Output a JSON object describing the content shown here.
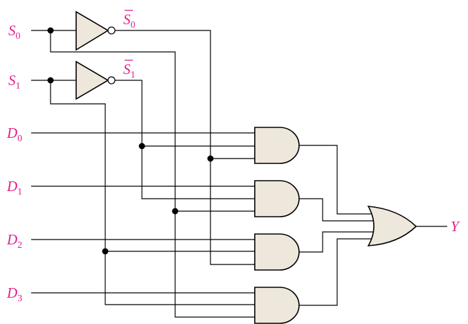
{
  "signals": {
    "s0": {
      "main": "S",
      "sub": "0"
    },
    "s1": {
      "main": "S",
      "sub": "1"
    },
    "s0_bar": {
      "main": "S",
      "sub": "0"
    },
    "s1_bar": {
      "main": "S",
      "sub": "1"
    },
    "d0": {
      "main": "D",
      "sub": "0"
    },
    "d1": {
      "main": "D",
      "sub": "1"
    },
    "d2": {
      "main": "D",
      "sub": "2"
    },
    "d3": {
      "main": "D",
      "sub": "3"
    },
    "y": {
      "main": "Y"
    }
  },
  "colors": {
    "label": "#e0218a",
    "gate_fill": "#ede7dc",
    "wire": "#000000"
  }
}
